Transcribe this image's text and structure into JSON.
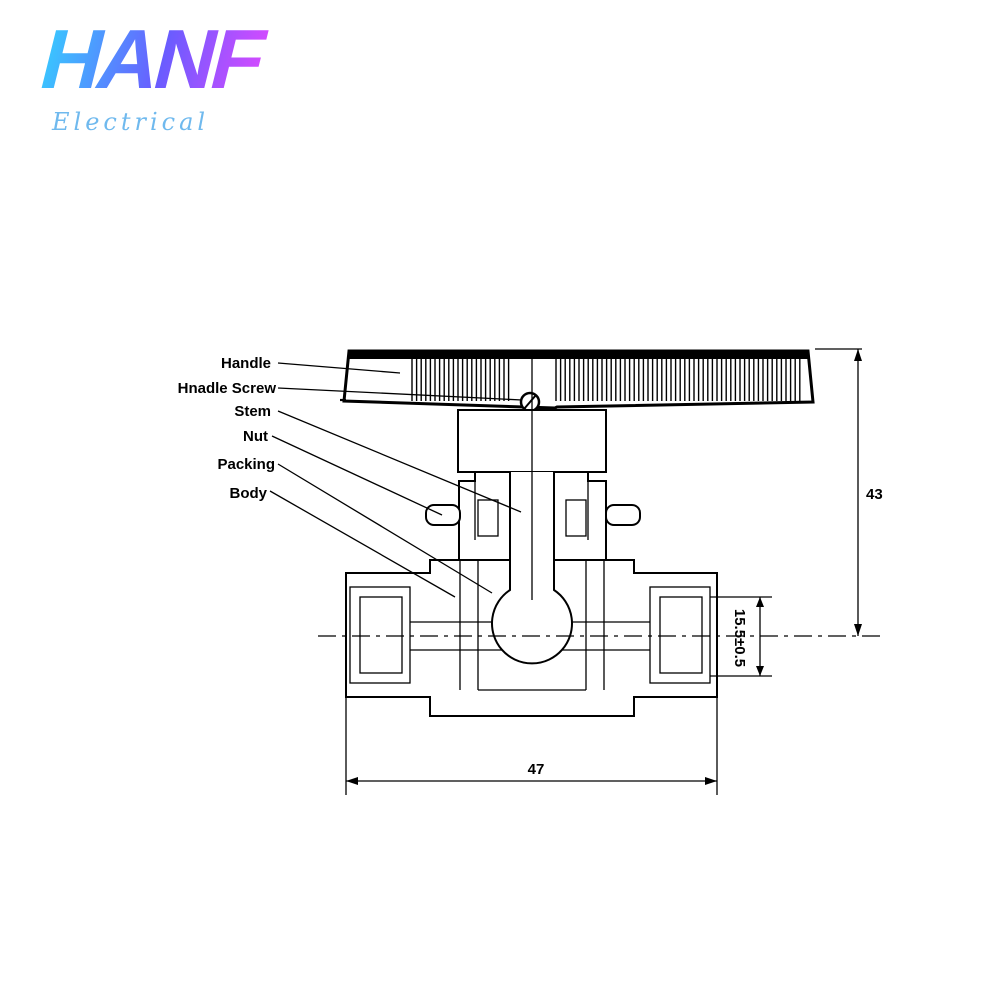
{
  "brand": {
    "name": "HANF",
    "tagline": "Electrical",
    "gradient_start": "#39c6ff",
    "gradient_mid": "#6a5cff",
    "gradient_end": "#d04bff",
    "tagline_color": "#6fb9ee"
  },
  "labels": {
    "handle": "Handle",
    "handle_screw": "Hnadle Screw",
    "stem": "Stem",
    "nut": "Nut",
    "packing": "Packing",
    "body": "Body"
  },
  "dimensions": {
    "height": "43",
    "width": "47",
    "bore": "15.5±0.5"
  }
}
